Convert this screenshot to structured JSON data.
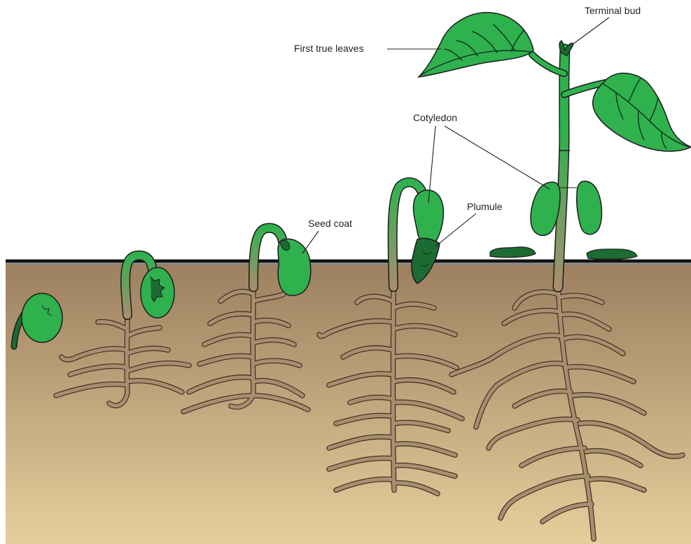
{
  "labels": {
    "terminal_bud": "Terminal bud",
    "first_true_leaves": "First true leaves",
    "cotyledon": "Cotyledon",
    "plumule": "Plumule",
    "seed_coat": "Seed coat"
  },
  "colors": {
    "soil_top": "#9c8060",
    "soil_bottom": "#e6cf9c",
    "leaf_green": "#2fb14e",
    "dark_green": "#1c6b33",
    "root_fill": "#a88e70",
    "outline": "#1b1b1b"
  }
}
